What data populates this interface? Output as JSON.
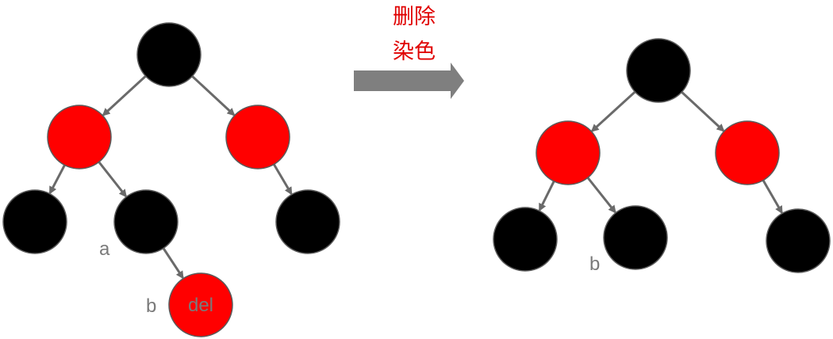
{
  "operation": {
    "line1": "删除",
    "line2": "染色"
  },
  "labels": {
    "a": "a",
    "b": "b",
    "del": "del",
    "b_after": "b"
  },
  "colors": {
    "red_node": "#ff0000",
    "black_node": "#000000",
    "node_border": "#5a5a5a",
    "edge": "#6a6a6a",
    "arrow": "#7f7f7f",
    "caption": "#e00000",
    "label": "#7a7a7a"
  },
  "trees": {
    "before": {
      "nodes": [
        {
          "id": "root",
          "color": "black"
        },
        {
          "id": "L",
          "color": "red"
        },
        {
          "id": "R",
          "color": "red"
        },
        {
          "id": "LL",
          "color": "black"
        },
        {
          "id": "LR",
          "color": "black"
        },
        {
          "id": "RR",
          "color": "black"
        },
        {
          "id": "DEL",
          "color": "red"
        }
      ],
      "edges": [
        [
          "root",
          "L"
        ],
        [
          "root",
          "R"
        ],
        [
          "L",
          "LL"
        ],
        [
          "L",
          "LR"
        ],
        [
          "R",
          "RR"
        ],
        [
          "LR",
          "DEL"
        ]
      ]
    },
    "after": {
      "nodes": [
        {
          "id": "root",
          "color": "black"
        },
        {
          "id": "L",
          "color": "red"
        },
        {
          "id": "R",
          "color": "red"
        },
        {
          "id": "LL",
          "color": "black"
        },
        {
          "id": "LR",
          "color": "black"
        },
        {
          "id": "RR",
          "color": "black"
        }
      ],
      "edges": [
        [
          "root",
          "L"
        ],
        [
          "root",
          "R"
        ],
        [
          "L",
          "LL"
        ],
        [
          "L",
          "LR"
        ],
        [
          "R",
          "RR"
        ]
      ]
    }
  }
}
